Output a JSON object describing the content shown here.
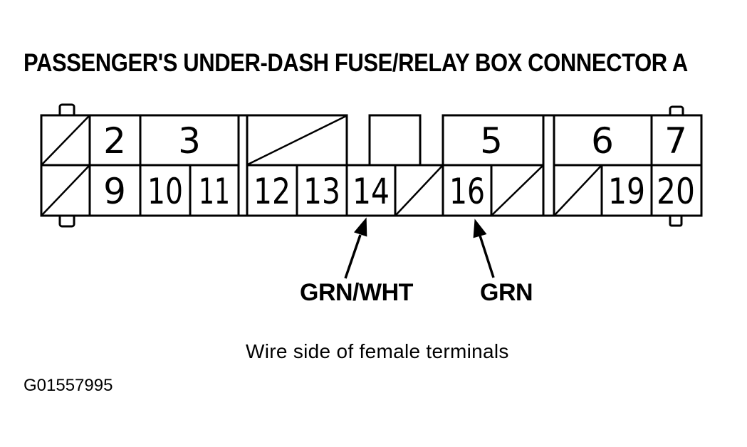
{
  "title": "PASSENGER'S UNDER-DASH FUSE/RELAY BOX CONNECTOR A",
  "connector": {
    "top_cells": [
      "",
      "2",
      "3",
      "",
      "",
      "5",
      "6",
      "7"
    ],
    "bottom_cells": [
      "",
      "9",
      "10",
      "11",
      "12",
      "13",
      "14",
      "",
      "16",
      "",
      "",
      "19",
      "20"
    ]
  },
  "wire_callouts": {
    "pin14": "GRN/WHT",
    "pin16": "GRN"
  },
  "caption": "Wire side of female terminals",
  "figure_id": "G01557995",
  "colors": {
    "ink": "#000000",
    "background": "#ffffff"
  }
}
